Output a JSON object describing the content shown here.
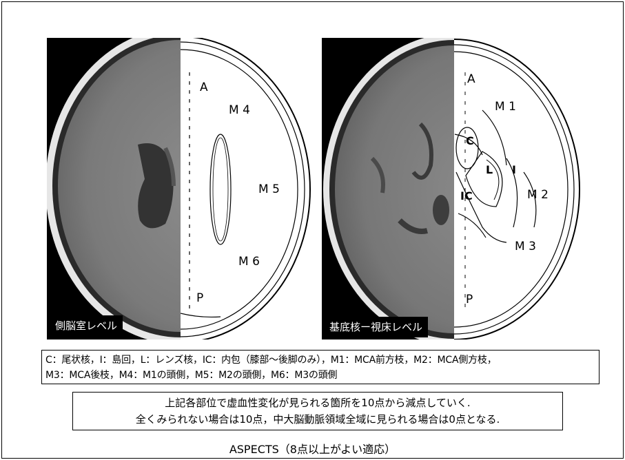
{
  "panels": [
    {
      "caption": "側脳室レベル",
      "labels": {
        "a": "A",
        "m4": "M 4",
        "m5": "M 5",
        "m6": "M 6",
        "p": "P"
      }
    },
    {
      "caption": "基底核ー視床レベル",
      "labels": {
        "a": "A",
        "m1": "M 1",
        "c": "C",
        "l": "L",
        "i": "I",
        "ic": "IC",
        "m2": "M 2",
        "m3": "M 3",
        "p": "P"
      }
    }
  ],
  "legend": {
    "line1": "C：尾状核，I：島回，L：レンズ核，IC：内包（膝部〜後脚のみ），M1：MCA前方枝，M2：MCA側方枝，",
    "line2": "M3：MCA後枝，M4：M1の頭側，M5：M2の頭側，M6：M3の頭側"
  },
  "scoring": {
    "line1": "上記各部位で虚血性変化が見られる箇所を10点から減点していく.",
    "line2": "全くみられない場合は10点，中大脳動脈領域全域に見られる場合は0点となる."
  },
  "footer": "ASPECTS（8点以上がよい適応）"
}
